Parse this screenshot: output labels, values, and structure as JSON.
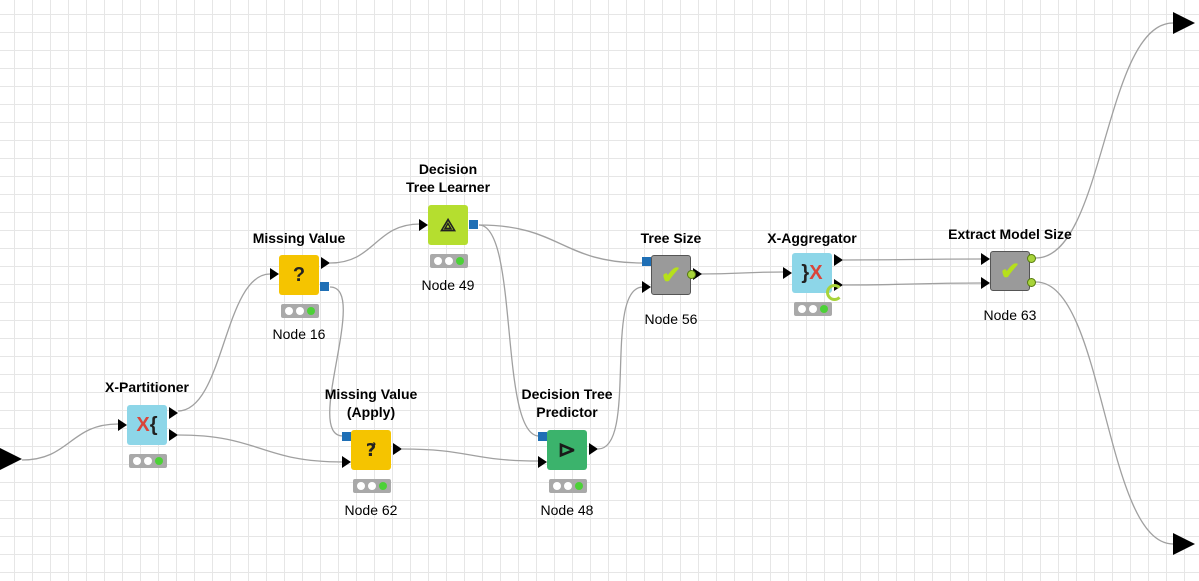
{
  "nodes": [
    {
      "key": "xpart",
      "title_lines": [
        "X-Partitioner"
      ],
      "id": "",
      "color": "#8dd6e8",
      "glyph": "X{",
      "glyph_color": "#d9453a"
    },
    {
      "key": "mv",
      "title_lines": [
        "Missing Value"
      ],
      "id": "Node 16",
      "color": "#f5c400",
      "glyph": "?",
      "glyph_color": "#222"
    },
    {
      "key": "dtl",
      "title_lines": [
        "Decision",
        "Tree Learner"
      ],
      "id": "Node 49",
      "color": "#b5de2f",
      "glyph": "⟁",
      "glyph_color": "#222"
    },
    {
      "key": "mva",
      "title_lines": [
        "Missing Value",
        "(Apply)"
      ],
      "id": "Node 62",
      "color": "#f5c400",
      "glyph": "?⃗",
      "glyph_color": "#222"
    },
    {
      "key": "dtp",
      "title_lines": [
        "Decision Tree",
        "Predictor"
      ],
      "id": "Node 48",
      "color": "#3bb36c",
      "glyph": "⊳",
      "glyph_color": "#1a1a1a"
    },
    {
      "key": "ts",
      "title_lines": [
        "Tree Size"
      ],
      "id": "Node 56",
      "color": "#9a9a9a",
      "glyph": "✔",
      "glyph_color": "#b6e01a"
    },
    {
      "key": "xagg",
      "title_lines": [
        "X-Aggregator"
      ],
      "id": "",
      "color": "#8dd6e8",
      "glyph": "}X",
      "glyph_color": "#d9453a"
    },
    {
      "key": "ems",
      "title_lines": [
        "Extract Model Size"
      ],
      "id": "Node 63",
      "color": "#9a9a9a",
      "glyph": "✔",
      "glyph_color": "#b6e01a"
    }
  ],
  "ui_colors": {
    "connection": "#a0a0a0",
    "port_data": "#000000",
    "port_model": "#1f6fb5",
    "status_green": "#4cd137"
  }
}
